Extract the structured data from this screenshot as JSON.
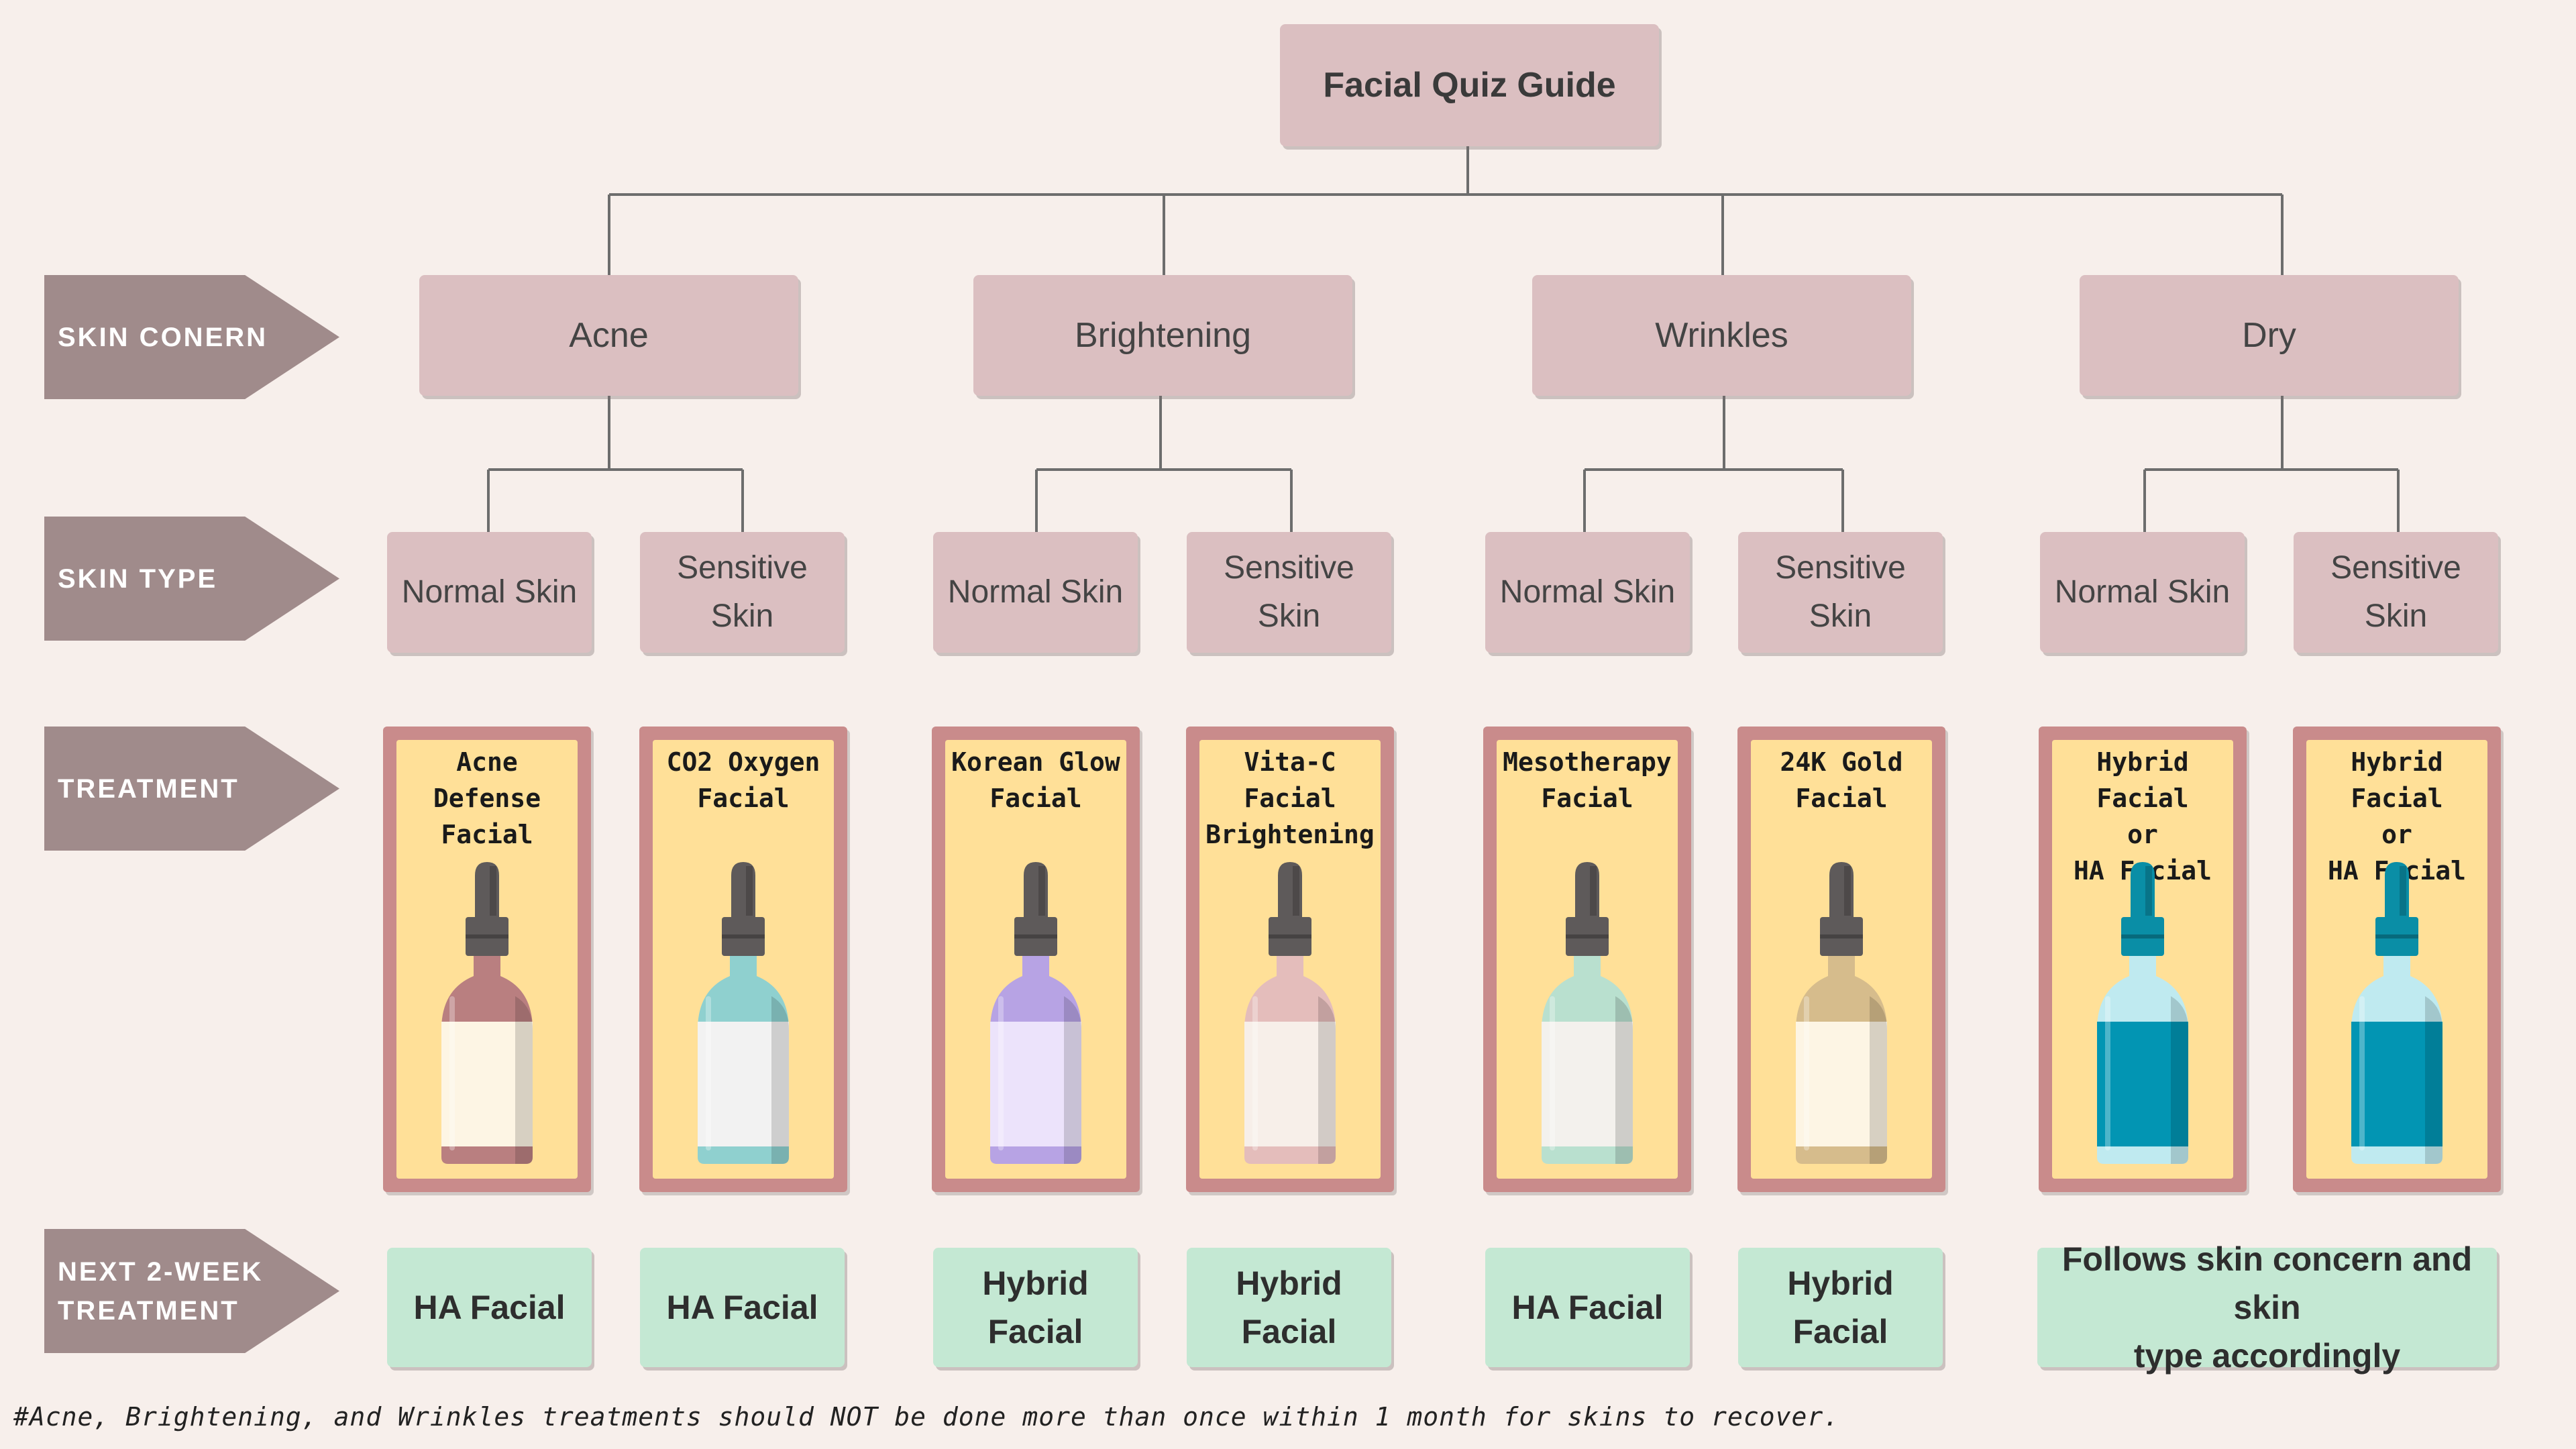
{
  "title": "Facial Quiz Guide",
  "row_labels": {
    "concern": "SKIN CONERN",
    "type": "SKIN TYPE",
    "treatment": "TREATMENT",
    "next_line1": "NEXT 2-WEEK",
    "next_line2": "TREATMENT"
  },
  "concerns": [
    "Acne",
    "Brightening",
    "Wrinkles",
    "Dry"
  ],
  "skin_types": {
    "normal": "Normal Skin",
    "sensitive_line1": "Sensitive",
    "sensitive_line2": "Skin"
  },
  "treatments": [
    {
      "name": "Acne\nDefense\nFacial",
      "bottle_color": "#b97f80",
      "label_color": "#fdf5e4",
      "cap_color": "#5e5a5a"
    },
    {
      "name": "CO2 Oxygen\nFacial",
      "bottle_color": "#8fd0cf",
      "label_color": "#f2f2f2",
      "cap_color": "#5e5a5a"
    },
    {
      "name": "Korean Glow\nFacial",
      "bottle_color": "#b7a3e4",
      "label_color": "#ece3fb",
      "cap_color": "#5e5a5a"
    },
    {
      "name": "Vita-C Facial\nBrightening",
      "bottle_color": "#e4bdbb",
      "label_color": "#f7efe9",
      "cap_color": "#5e5a5a"
    },
    {
      "name": "Mesotherapy\nFacial",
      "bottle_color": "#b9e0cf",
      "label_color": "#f3f1ed",
      "cap_color": "#5e5a5a"
    },
    {
      "name": "24K Gold\nFacial",
      "bottle_color": "#d6bc8c",
      "label_color": "#fdf5e4",
      "cap_color": "#5e5a5a"
    },
    {
      "name": "Hybrid Facial\nor\nHA Facial",
      "bottle_color": "#bfeaf0",
      "label_color": "#0295b3",
      "cap_color": "#0a8ea6"
    },
    {
      "name": "Hybrid Facial\nor\nHA Facial",
      "bottle_color": "#bfeaf0",
      "label_color": "#0295b3",
      "cap_color": "#0a8ea6"
    }
  ],
  "next_treatments": [
    "HA Facial",
    "HA Facial",
    "Hybrid Facial",
    "Hybrid Facial",
    "HA Facial",
    "Hybrid Facial"
  ],
  "next_dry_line1": "Follows skin concern and skin",
  "next_dry_line2": "type accordingly",
  "footnote": "#Acne, Brightening, and Wrinkles treatments should NOT be done more than once within 1 month for skins to recover."
}
